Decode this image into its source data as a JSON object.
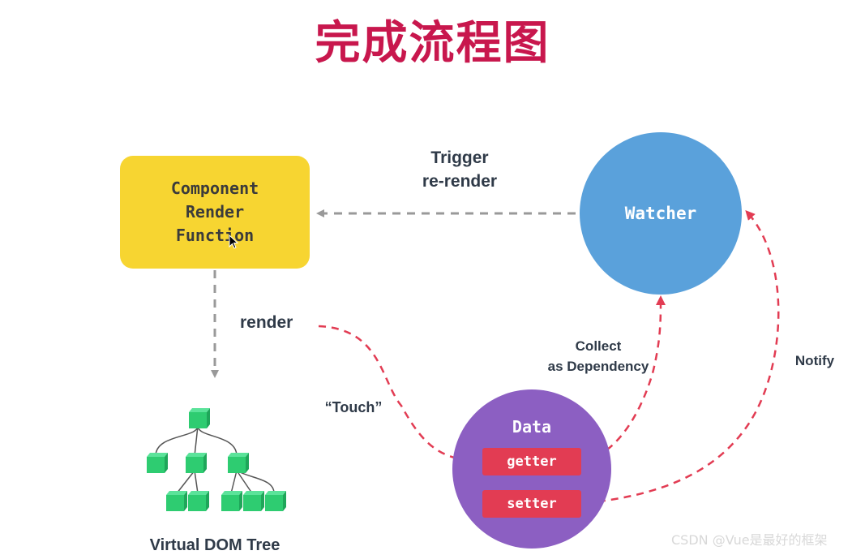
{
  "title": "完成流程图",
  "nodes": {
    "component": "Component\nRender\nFunction",
    "watcher": "Watcher",
    "data": "Data",
    "getter": "getter",
    "setter": "setter",
    "vdom": "Virtual DOM Tree"
  },
  "edges": {
    "trigger": "Trigger\nre-render",
    "render": "render",
    "touch": "“Touch”",
    "collect": "Collect\nas Dependency",
    "notify": "Notify"
  },
  "colors": {
    "title": "#c8174d",
    "component_box": "#f7d531",
    "watcher": "#5aa1db",
    "data": "#8c5fc2",
    "pill": "#e23c53",
    "arrow_red": "#e23c53",
    "arrow_gray": "#999999",
    "cube": "#2ecc71"
  },
  "watermark": "CSDN @Vue是最好的框架"
}
